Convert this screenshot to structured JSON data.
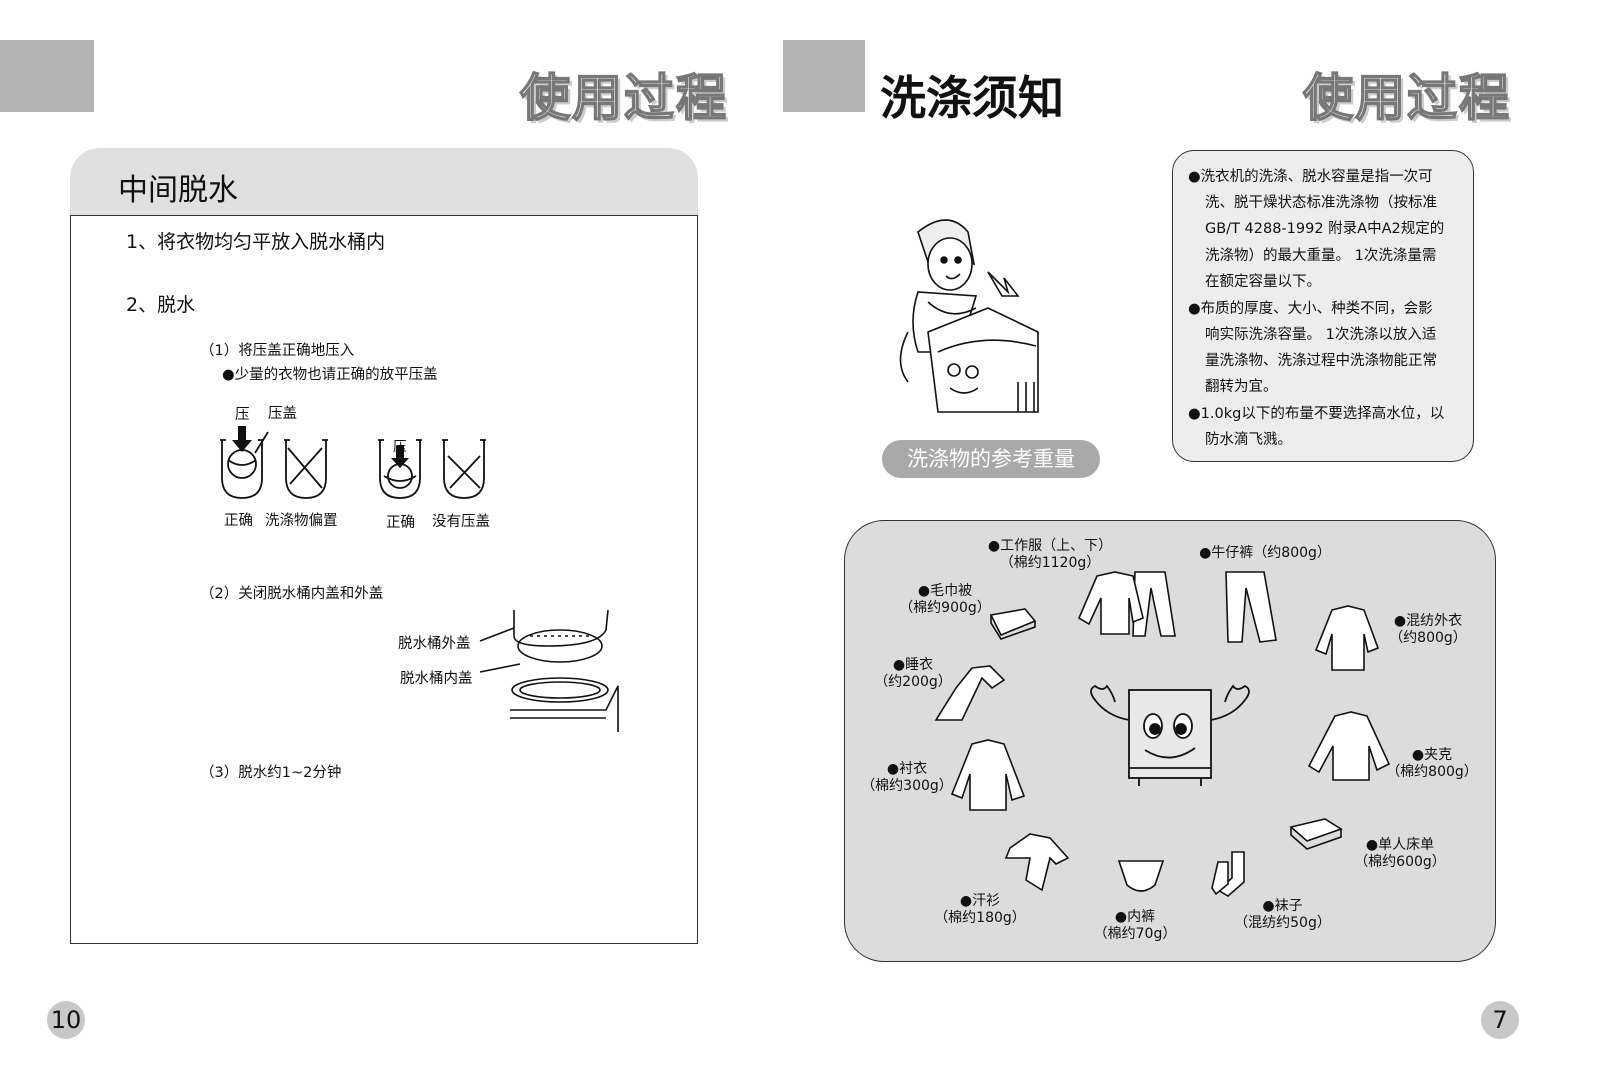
{
  "left_page": {
    "header_title": "使用过程",
    "section_title": "中间脱水",
    "step1": "1、将衣物均匀平放入脱水桶内",
    "step2": "2、脱水",
    "sub1": "（1）将压盖正确地压入",
    "sub1_note": "●少量的衣物也请正确的放平压盖",
    "diagram": {
      "press_label": "压",
      "lid_label": "压盖",
      "press_label_2": "压",
      "captions": [
        "正确",
        "洗涤物偏置",
        "正确",
        "没有压盖"
      ]
    },
    "sub2": "（2）关闭脱水桶内盖和外盖",
    "outer_lid": "脱水桶外盖",
    "inner_lid": "脱水桶内盖",
    "sub3": "（3）脱水约1~2分钟",
    "page_number": "10"
  },
  "right_page": {
    "section_title": "洗涤须知",
    "header_title": "使用过程",
    "notes": [
      "●洗衣机的洗涤、脱水容量是指一次可",
      "洗、脱干燥状态标准洗涤物（按标准",
      "GB/T  4288-1992 附录A中A2规定的",
      "洗涤物）的最大重量。 1次洗涤量需",
      "在额定容量以下。",
      "●布质的厚度、大小、种类不同，会影",
      "响实际洗涤容量。 1次洗涤以放入适",
      "量洗涤物、洗涤过程中洗涤物能正常",
      "翻转为宜。",
      "●1.0kg以下的布量不要选择高水位，以",
      "防水滴飞溅。"
    ],
    "reference_label": "洗涤物的参考重量",
    "clothes": [
      {
        "name": "●工作服（上、下）",
        "weight": "（棉约1120g）"
      },
      {
        "name": "●牛仔裤（约800g）",
        "weight": ""
      },
      {
        "name": "●毛巾被",
        "weight": "（棉约900g）"
      },
      {
        "name": "●混纺外衣",
        "weight": "（约800g）"
      },
      {
        "name": "●睡衣",
        "weight": "（约200g）"
      },
      {
        "name": "●夹克",
        "weight": "（棉约800g）"
      },
      {
        "name": "●衬衣",
        "weight": "（棉约300g）"
      },
      {
        "name": "●单人床单",
        "weight": "（棉约600g）"
      },
      {
        "name": "●汗衫",
        "weight": "（棉约180g）"
      },
      {
        "name": "●内裤",
        "weight": "（棉约70g）"
      },
      {
        "name": "●袜子",
        "weight": "（混纺约50g）"
      }
    ],
    "page_number": "7"
  }
}
